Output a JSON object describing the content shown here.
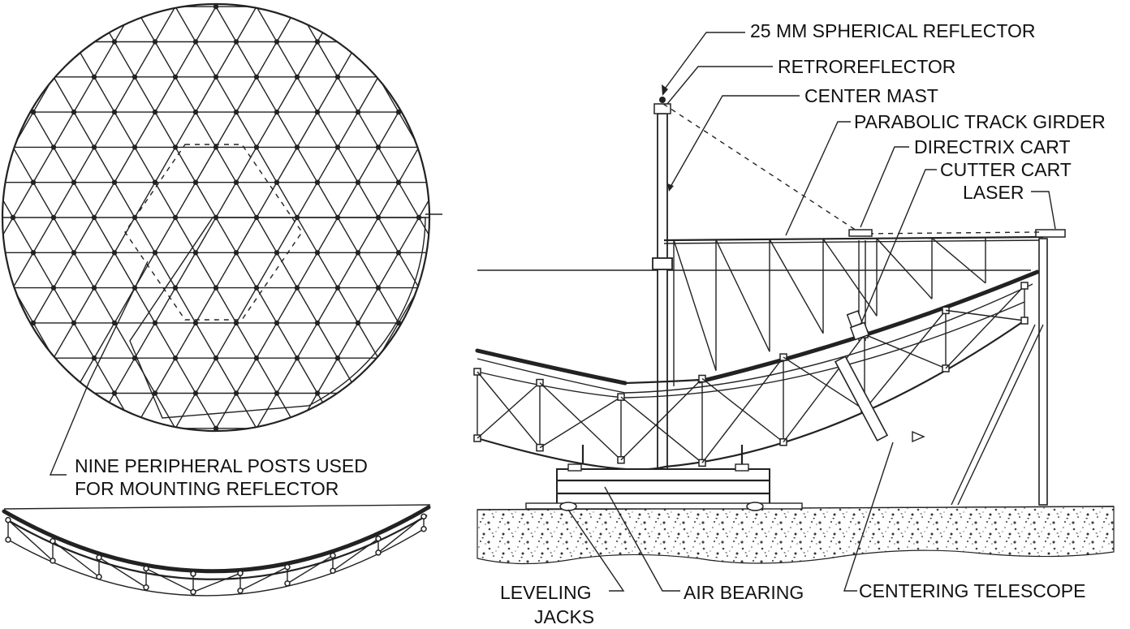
{
  "labels": {
    "spherical_reflector": "25 MM SPHERICAL REFLECTOR",
    "retroreflector": "RETROREFLECTOR",
    "center_mast": "CENTER MAST",
    "parabolic_track_girder": "PARABOLIC TRACK GIRDER",
    "directrix_cart": "DIRECTRIX CART",
    "cutter_cart": "CUTTER CART",
    "laser": "LASER",
    "peripheral_posts_line1": "NINE PERIPHERAL POSTS USED",
    "peripheral_posts_line2": "FOR MOUNTING REFLECTOR",
    "leveling_jacks_line1": "LEVELING",
    "leveling_jacks_line2": "JACKS",
    "air_bearing": "AIR BEARING",
    "centering_telescope": "CENTERING TELESCOPE"
  },
  "colors": {
    "ink": "#222222",
    "background": "#ffffff"
  }
}
